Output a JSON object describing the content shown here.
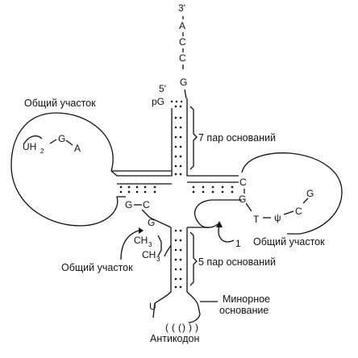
{
  "stem_top": {
    "end_3": "3'",
    "acceptor_bases": [
      "A",
      "C",
      "C",
      "G"
    ],
    "end_5": "5'",
    "five_prime_group": "pG"
  },
  "labels": {
    "acceptor_pairs": "7 пар оснований",
    "anticodon_pairs": "5 пар оснований",
    "d_loop": "Общий участок",
    "t_loop": "Общий участок",
    "bottom_left": "Общий участок",
    "marker_1": "1",
    "minor_base_line1": "Минорное",
    "minor_base_line2": "основание",
    "anticodon": "Антикодон"
  },
  "d_loop_bases": {
    "uh": "UH",
    "sub2": "2",
    "g": "G",
    "a": "A"
  },
  "d_stem_bases": {
    "g": "G",
    "c": "C"
  },
  "t_loop_bases": {
    "c_top": "C",
    "g_left": "G",
    "t": "T",
    "psi": "ψ",
    "c_right": "C",
    "g_right": "G"
  },
  "modified_base": {
    "g": "G",
    "ch3_a": "CH",
    "sub3_a": "3",
    "ch3_b": "CH",
    "sub3_b": "3"
  },
  "anticodon_loop": {
    "u": "U",
    "marks": [
      "(",
      "(",
      "(",
      ")",
      ")",
      ")"
    ]
  }
}
